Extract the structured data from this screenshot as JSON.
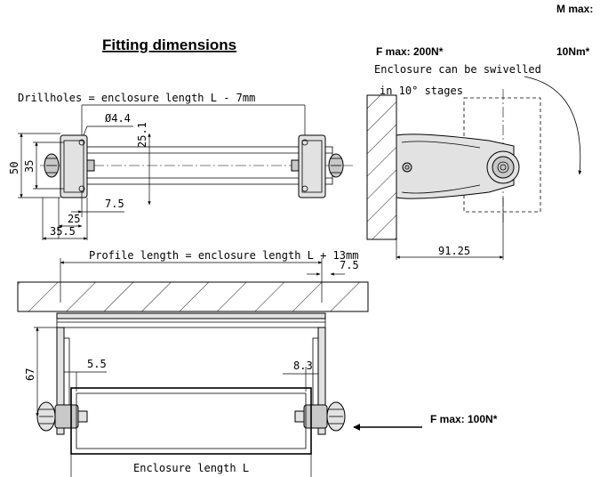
{
  "title": "Fitting dimensions",
  "top_right": {
    "m_max_label": "M max:",
    "m_max_value": "10Nm*",
    "f_max_label": "F max: 200N*",
    "swivel_note_line1": "Enclosure can be swivelled",
    "swivel_note_line2": "in 10° stages",
    "dim_91": "91.25"
  },
  "top_left": {
    "drillholes": "Drillholes = enclosure length L - 7mm",
    "dim_d44": "Ø4.4",
    "dim_251": "25.1",
    "dim_50": "50",
    "dim_35": "35",
    "dim_75": "7.5",
    "dim_25": "25",
    "dim_355": "35.5"
  },
  "bottom": {
    "profile": "Profile length = enclosure length L + 13mm",
    "dim_75": "7.5",
    "dim_67": "67",
    "dim_55": "5.5",
    "dim_83": "8.3",
    "f_max_side": "F max: 100N*",
    "enclosure_length": "Enclosure length L"
  }
}
